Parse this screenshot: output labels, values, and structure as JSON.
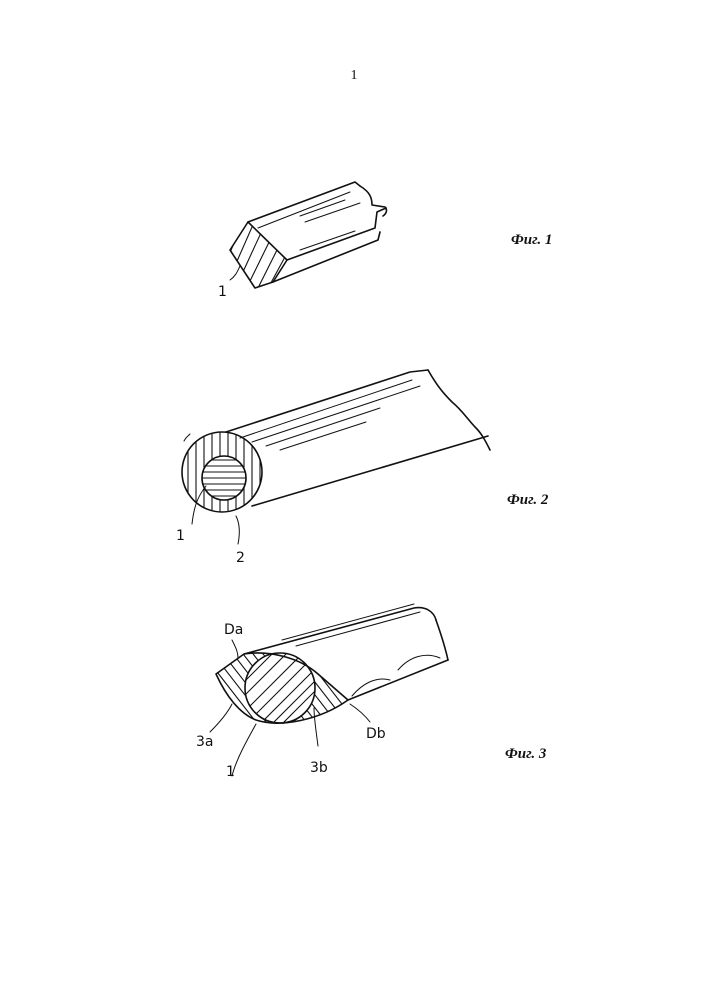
{
  "page_number": "1",
  "figures": [
    {
      "caption": "Фиг. 1",
      "labels": [
        "1"
      ]
    },
    {
      "caption": "Фиг. 2",
      "labels": [
        "1",
        "2"
      ]
    },
    {
      "caption": "Фиг. 3",
      "labels": [
        "Da",
        "3a",
        "1",
        "3b",
        "Db"
      ]
    }
  ]
}
